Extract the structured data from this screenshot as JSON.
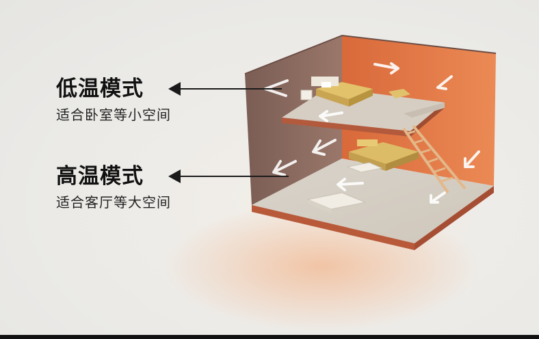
{
  "modes": [
    {
      "title": "低温模式",
      "subtitle": "适合卧室等小空间"
    },
    {
      "title": "高温模式",
      "subtitle": "适合客厅等大空间"
    }
  ],
  "colors": {
    "left_wall": "#8a6a5e",
    "back_wall": "#e07a45",
    "floor": "#d8d2c8",
    "floor_edge": "#b85a3a",
    "arrow": "#ffffff",
    "text": "#111111"
  },
  "icons": [
    "airflow-arrow-icon",
    "pointer-arrow-icon"
  ]
}
